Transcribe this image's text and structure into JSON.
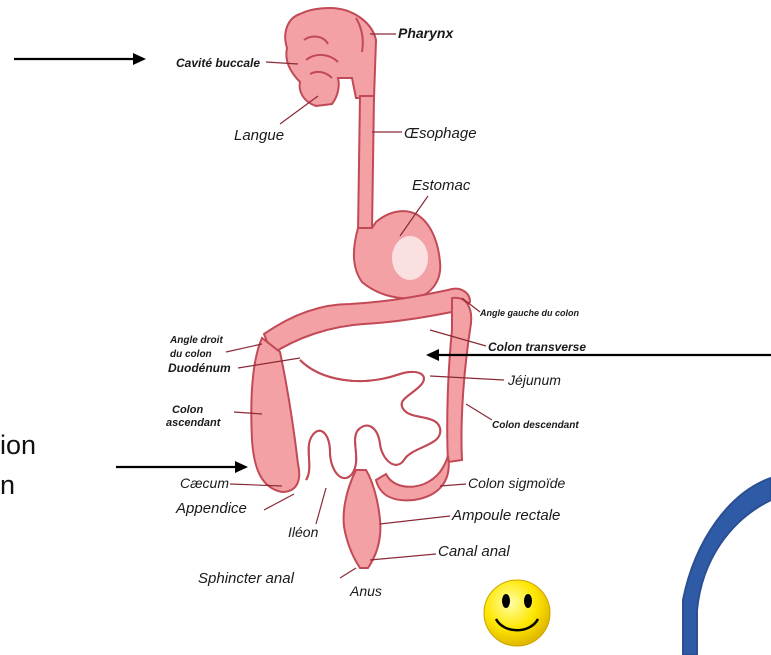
{
  "diagram": {
    "labels": {
      "pharynx": "Pharynx",
      "cavite_buccale": "Cavité buccale",
      "langue": "Langue",
      "oesophage": "Œsophage",
      "estomac": "Estomac",
      "angle_gauche": "Angle gauche du colon",
      "angle_droit_1": "Angle droit",
      "angle_droit_2": "du colon",
      "colon_transverse": "Colon transverse",
      "duodenum": "Duodénum",
      "jejunum": "Jéjunum",
      "colon_ascendant_1": "Colon",
      "colon_ascendant_2": "ascendant",
      "colon_descendant": "Colon descendant",
      "caecum": "Cæcum",
      "colon_sigmoide": "Colon sigmoïde",
      "appendice": "Appendice",
      "ampoule_rectale": "Ampoule rectale",
      "ileon": "Iléon",
      "canal_anal": "Canal anal",
      "sphincter_anal": "Sphincter anal",
      "anus": "Anus"
    }
  },
  "side_text": {
    "line1": "ion",
    "line2": "n"
  },
  "colors": {
    "organ_fill": "#f3a1a5",
    "organ_stroke": "#c24a56",
    "smiley_fill": "#ffe600",
    "arc_color": "#2f5aa6"
  },
  "icons": [
    "smiley-icon",
    "arrow-right-icon",
    "arrow-left-icon"
  ]
}
